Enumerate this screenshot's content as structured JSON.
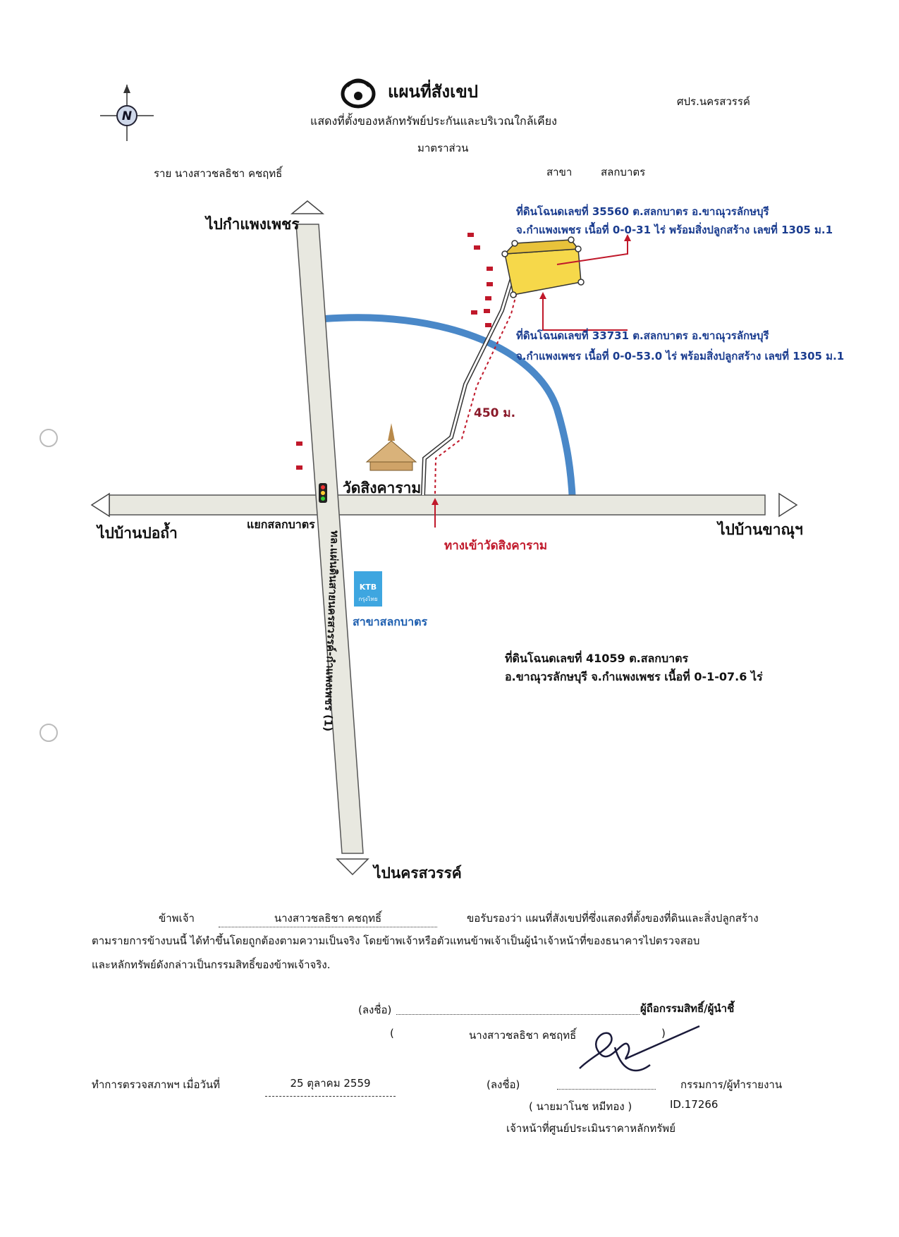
{
  "header": {
    "title": "แผนที่สังเขป",
    "subtitle": "แสดงที่ตั้งของหลักทรัพย์ประกันและบริเวณใกล้เคียง",
    "scale_label": "มาตราส่วน",
    "office": "ศปร.นครสวรรค์",
    "customer": "ราย นางสาวชลธิชา คชฤทธิ์",
    "branch_label": "สาขา",
    "branch_name": "สลกบาตร",
    "compass_letter": "N"
  },
  "map": {
    "dir_north": "ไปกำแพงเพชร",
    "dir_south": "ไปนครสวรรค์",
    "dir_west": "ไปบ้านปอถ้ำ",
    "dir_east": "ไปบ้านขาณุฯ",
    "intersection": "แยกสลกบาตร",
    "temple": "วัดสิงคาราม",
    "temple_entrance": "ทางเข้าวัดสิงคาราม",
    "highway": "ทล.แผ่นดินสายนครสวรรค์-กำแพงเพชร (1)",
    "distance": "450 ม.",
    "bank_branch": "สาขาสลกบาตร",
    "bank_logo_text": "KTB",
    "bank_logo_sub": "กรุงไทย",
    "parcel_1_line1": "ที่ดินโฉนดเลขที่ 35560 ต.สลกบาตร อ.ขาณุวรลักษบุรี",
    "parcel_1_line2": "จ.กำแพงเพชร เนื้อที่ 0-0-31 ไร่ พร้อมสิ่งปลูกสร้าง เลขที่ 1305 ม.1",
    "parcel_2_line1": "ที่ดินโฉนดเลขที่ 33731 ต.สลกบาตร อ.ขาณุวรลักษบุรี",
    "parcel_2_line2": "จ.กำแพงเพชร เนื้อที่ 0-0-53.0 ไร่ พร้อมสิ่งปลูกสร้าง เลขที่ 1305 ม.1",
    "parcel_3_line1": "ที่ดินโฉนดเลขที่ 41059 ต.สลกบาตร",
    "parcel_3_line2": "อ.ขาณุวรลักษบุรี จ.กำแพงเพชร เนื้อที่ 0-1-07.6 ไร่",
    "colors": {
      "river": "#4a88c8",
      "road_fill": "#e8e8e0",
      "parcel": "#f6d84a",
      "arrow_red": "#c0182a"
    }
  },
  "certification": {
    "lead": "ข้าพเจ้า",
    "name": "นางสาวชลธิชา คชฤทธิ์",
    "line1_rest": "ขอรับรองว่า  แผนที่สังเขปที่ซึ่งแสดงที่ตั้งของที่ดินและสิ่งปลูกสร้าง",
    "line2": "ตามรายการข้างบนนี้ ได้ทำขึ้นโดยถูกต้องตามความเป็นจริง  โดยข้าพเจ้าหรือตัวแทนข้าพเจ้าเป็นผู้นำเจ้าหน้าที่ของธนาคารไปตรวจสอบ",
    "line3": "และหลักทรัพย์ดังกล่าวเป็นกรรมสิทธิ์ของข้าพเจ้าจริง.",
    "sign_label": "(ลงชื่อ)",
    "owner_role": "ผู้ถือกรรมสิทธิ์/ผู้นำชี้",
    "owner_name_open": "(",
    "owner_name": "นางสาวชลธิชา คชฤทธิ์",
    "owner_name_close": ")",
    "inspect_label": "ทำการตรวจสภาพฯ  เมื่อวันที่",
    "inspect_date": "25 ตุลาคม 2559",
    "sign_label_2": "(ลงชื่อ)",
    "officer_role": "กรรมการ/ผู้ทำรายงาน",
    "officer_name": "(   นายมาโนช หมีทอง      )",
    "officer_id": "ID.17266",
    "officer_unit": "เจ้าหน้าที่ศูนย์ประเมินราคาหลักทรัพย์"
  }
}
